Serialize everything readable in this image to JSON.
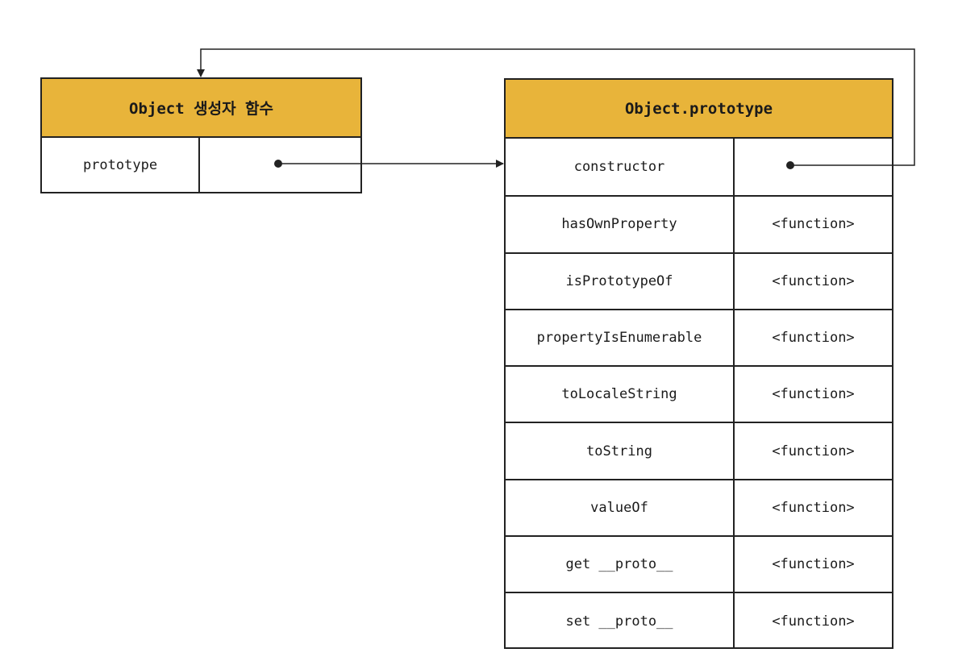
{
  "constructor_box": {
    "title": "Object 생성자 함수",
    "rows": [
      {
        "key": "prototype",
        "value": ""
      }
    ]
  },
  "prototype_box": {
    "title": "Object.prototype",
    "rows": [
      {
        "key": "constructor",
        "value": ""
      },
      {
        "key": "hasOwnProperty",
        "value": "<function>"
      },
      {
        "key": "isPrototypeOf",
        "value": "<function>"
      },
      {
        "key": "propertyIsEnumerable",
        "value": "<function>"
      },
      {
        "key": "toLocaleString",
        "value": "<function>"
      },
      {
        "key": "toString",
        "value": "<function>"
      },
      {
        "key": "valueOf",
        "value": "<function>"
      },
      {
        "key": "get __proto__",
        "value": "<function>"
      },
      {
        "key": "set __proto__",
        "value": "<function>"
      }
    ]
  },
  "colors": {
    "header_fill": "#e8b43a",
    "border": "#222222",
    "background": "#ffffff"
  }
}
